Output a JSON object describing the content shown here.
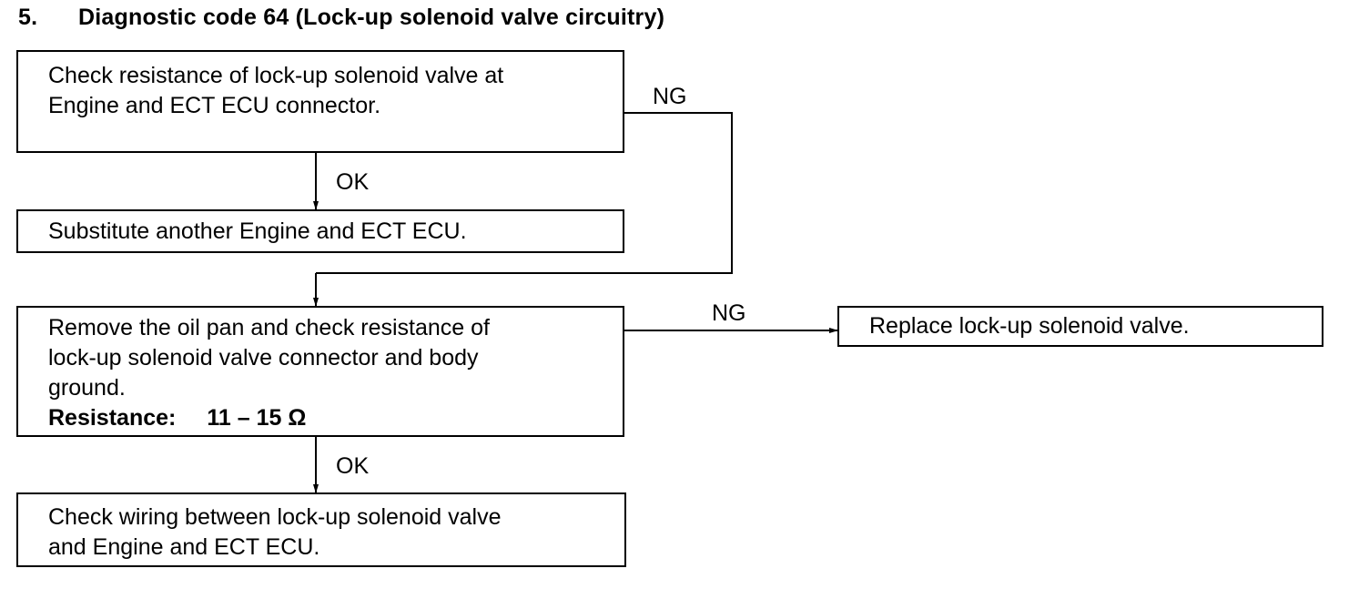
{
  "heading": {
    "number": "5.",
    "title": "Diagnostic code 64 (Lock-up solenoid valve circuitry)"
  },
  "steps": {
    "check_ecu_resistance": {
      "line1": "Check resistance of lock-up solenoid valve at",
      "line2": "Engine and ECT ECU connector."
    },
    "substitute_ecu": {
      "line1": "Substitute another Engine and ECT ECU."
    },
    "remove_oil_pan": {
      "line1": "Remove the oil pan and check resistance of",
      "line2": "lock-up solenoid valve connector and body",
      "line3": "ground.",
      "spec_label": "Resistance:",
      "spec_value": "11 – 15 Ω"
    },
    "replace_valve": {
      "line1": "Replace lock-up solenoid valve."
    },
    "check_wiring": {
      "line1": "Check wiring between lock-up solenoid valve",
      "line2": "and Engine and ECT ECU."
    }
  },
  "edge_labels": {
    "ok_1": "OK",
    "ng_1": "NG",
    "ng_2": "NG",
    "ok_2": "OK"
  }
}
